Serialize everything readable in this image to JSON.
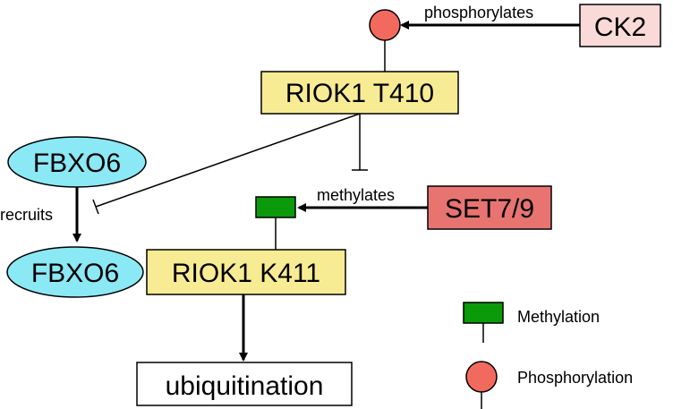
{
  "colors": {
    "gene_fill": "#f7ec93",
    "protein_fill": "#8be8f5",
    "ck2_fill": "#fadad8",
    "set79_fill": "#e87472",
    "methylation_fill": "#0a9a0a",
    "phosphorylation_fill": "#f26a5e",
    "plain_fill": "#ffffff",
    "stroke": "#000000"
  },
  "nodes": {
    "ck2": "CK2",
    "riok1_t410": "RIOK1 T410",
    "fbxo6_top": "FBXO6",
    "set79": "SET7/9",
    "fbxo6_bottom": "FBXO6",
    "riok1_k411": "RIOK1 K411",
    "ubiquitination": "ubiquitination"
  },
  "edges": {
    "phosphorylates": "phosphorylates",
    "methylates": "methylates",
    "recruits": "recruits"
  },
  "legend": {
    "methylation": "Methylation",
    "phosphorylation": "Phosphorylation"
  }
}
